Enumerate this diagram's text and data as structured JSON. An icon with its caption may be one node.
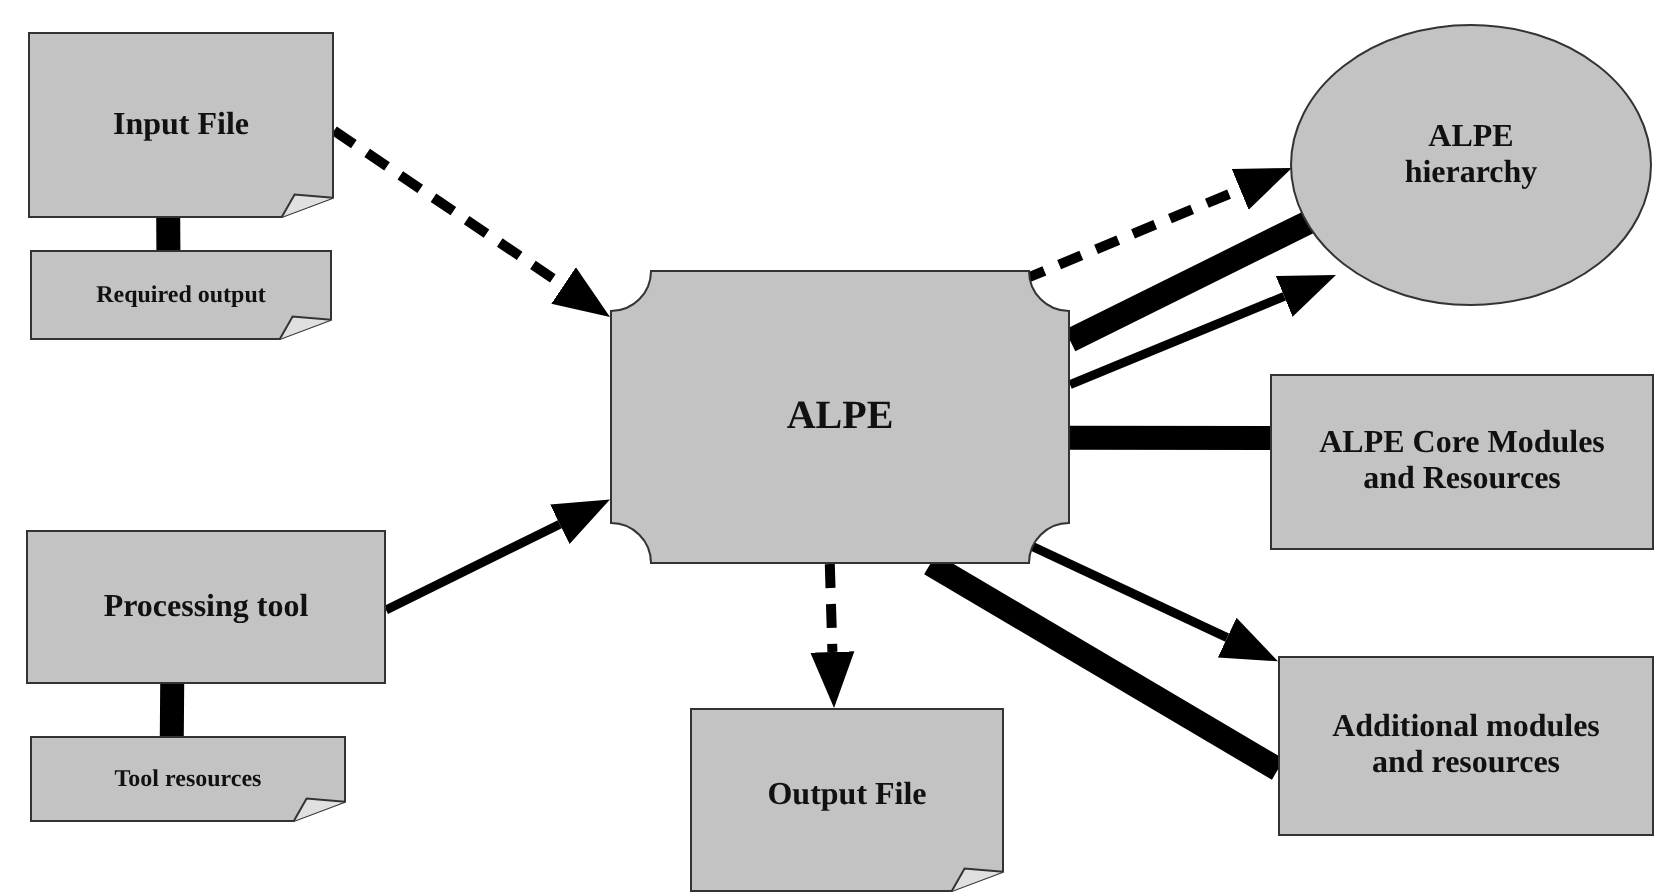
{
  "diagram": {
    "nodes": [
      {
        "text": [
          "Input File"
        ]
      },
      {
        "text": [
          "Required output"
        ]
      },
      {
        "text": [
          "Processing tool"
        ]
      },
      {
        "text": [
          "Tool resources"
        ]
      },
      {
        "text": [
          "ALPE"
        ]
      },
      {
        "text": [
          "ALPE hierarchy"
        ]
      },
      {
        "text": [
          "ALPE Core Modules and Resources"
        ]
      },
      {
        "text": [
          "Additional modules and resources"
        ]
      },
      {
        "text": [
          "Output File"
        ]
      }
    ],
    "edges": [
      {
        "from": 0,
        "to": 1,
        "arrow": "none",
        "style": "thick"
      },
      {
        "from": 0,
        "to": 4,
        "arrow": "to",
        "style": "dashed"
      },
      {
        "from": 2,
        "to": 3,
        "arrow": "none",
        "style": "thick"
      },
      {
        "from": 2,
        "to": 4,
        "arrow": "to"
      },
      {
        "from": 4,
        "to": 5,
        "arrow": "to",
        "style": "dashed"
      },
      {
        "from": 4,
        "to": 5,
        "arrow": "none",
        "style": "thick"
      },
      {
        "from": 4,
        "to": 5,
        "arrow": "to"
      },
      {
        "from": 4,
        "to": 6,
        "arrow": "none",
        "style": "thick"
      },
      {
        "from": 4,
        "to": 7,
        "arrow": "to"
      },
      {
        "from": 4,
        "to": 7,
        "arrow": "none",
        "style": "thick"
      },
      {
        "from": 4,
        "to": 8,
        "arrow": "to",
        "style": "dashed"
      }
    ]
  }
}
